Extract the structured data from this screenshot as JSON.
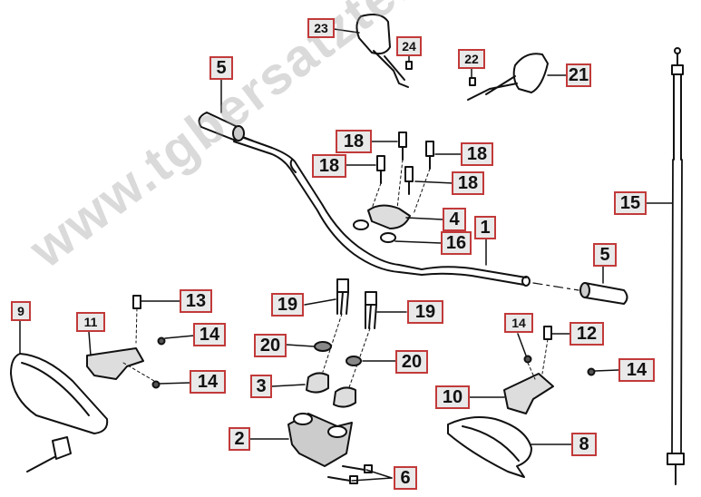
{
  "callouts": [
    {
      "id": "c5a",
      "label": "5"
    },
    {
      "id": "c23",
      "label": "23"
    },
    {
      "id": "c24",
      "label": "24"
    },
    {
      "id": "c22",
      "label": "22"
    },
    {
      "id": "c21",
      "label": "21"
    },
    {
      "id": "c18a",
      "label": "18"
    },
    {
      "id": "c18b",
      "label": "18"
    },
    {
      "id": "c18c",
      "label": "18"
    },
    {
      "id": "c18d",
      "label": "18"
    },
    {
      "id": "c4",
      "label": "4"
    },
    {
      "id": "c16",
      "label": "16"
    },
    {
      "id": "c1",
      "label": "1"
    },
    {
      "id": "c15",
      "label": "15"
    },
    {
      "id": "c5b",
      "label": "5"
    },
    {
      "id": "c9",
      "label": "9"
    },
    {
      "id": "c11",
      "label": "11"
    },
    {
      "id": "c13",
      "label": "13"
    },
    {
      "id": "c14a",
      "label": "14"
    },
    {
      "id": "c14b",
      "label": "14"
    },
    {
      "id": "c19a",
      "label": "19"
    },
    {
      "id": "c19b",
      "label": "19"
    },
    {
      "id": "c20a",
      "label": "20"
    },
    {
      "id": "c20b",
      "label": "20"
    },
    {
      "id": "c3",
      "label": "3"
    },
    {
      "id": "c2",
      "label": "2"
    },
    {
      "id": "c6",
      "label": "6"
    },
    {
      "id": "c14c",
      "label": "14"
    },
    {
      "id": "c12",
      "label": "12"
    },
    {
      "id": "c14d",
      "label": "14"
    },
    {
      "id": "c10",
      "label": "10"
    },
    {
      "id": "c8",
      "label": "8"
    }
  ],
  "watermark": "www.tgbersatzteile.de",
  "colors": {
    "callout_border": "#c23a3a",
    "callout_fill": "#e9e9e9",
    "line": "#111111"
  }
}
